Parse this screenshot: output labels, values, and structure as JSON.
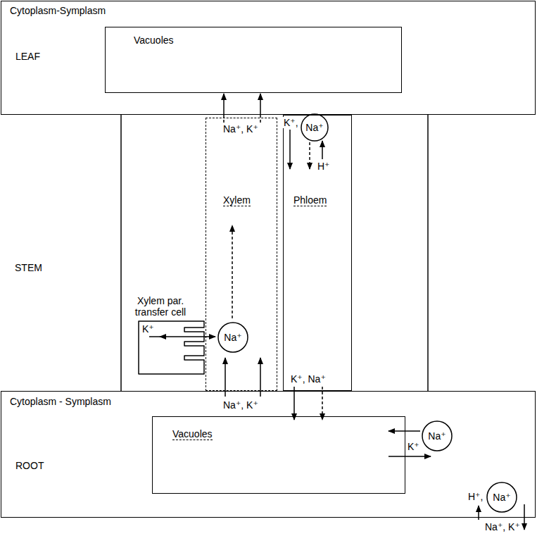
{
  "diagram": {
    "nodes": [
      {
        "text": [
          "Cytoplasm-Symplasm",
          "LEAF"
        ]
      },
      {
        "text": [
          "Vacuoles"
        ],
        "in": 0
      },
      {
        "text": [
          "Xylem"
        ]
      },
      {
        "text": [
          "Phloem"
        ]
      },
      {
        "text": [
          "Na⁺"
        ],
        "in": 3
      },
      {
        "text": [
          "Xylem par. transfer cell",
          "K⁺"
        ]
      },
      {
        "text": [
          "Na⁺"
        ],
        "in": 2
      },
      {
        "text": [
          "Cytoplasm - Symplasm",
          "ROOT"
        ]
      },
      {
        "text": [
          "Vacuoles"
        ],
        "in": 7
      },
      {
        "text": [
          "Na⁺"
        ],
        "in": 7
      },
      {
        "text": [
          "Na⁺"
        ],
        "in": 7
      }
    ],
    "labels": [
      "Na⁺, K⁺",
      "K⁺,",
      "H⁺",
      "STEM",
      "Na⁺, K⁺",
      "K⁺, Na⁺",
      "K⁺",
      "H⁺,",
      "Na⁺, K⁺"
    ]
  }
}
